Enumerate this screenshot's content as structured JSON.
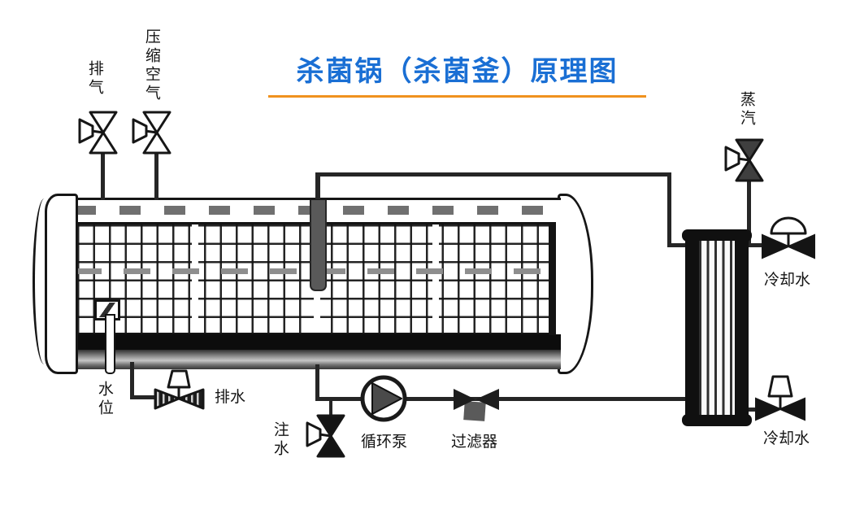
{
  "title": {
    "text": "杀菌锅（杀菌釜）原理图"
  },
  "colors": {
    "title_blue": "#1a6fd4",
    "underline_orange": "#f0921e",
    "line_black": "#1c1c1c",
    "symbol_gray": "#4a4a4a"
  },
  "labels": {
    "exhaust": "排气",
    "compressed_air": "压缩空气",
    "steam": "蒸汽",
    "cooling_water_top": "冷却水",
    "cooling_water_bottom": "冷却水",
    "water_level": "水位",
    "drain": "排水",
    "water_fill": "注水",
    "circulation_pump": "循环泵",
    "filter": "过滤器"
  }
}
